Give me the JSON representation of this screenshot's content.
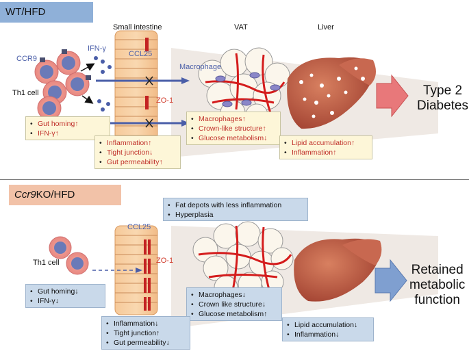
{
  "top": {
    "tag": "WT/HFD",
    "small_intestine": "Small intestine",
    "vat": "VAT",
    "liver": "Liver",
    "ccr9": "CCR9",
    "ifn_gamma": "IFN-γ",
    "ccl25": "CCL25",
    "th1_cell": "Th1 cell",
    "macrophage": "Macrophage",
    "zo1": "ZO-1",
    "outcome_line1": "Type 2",
    "outcome_line2": "Diabetes",
    "box_th1": [
      "Gut homing↑",
      "IFN-γ↑"
    ],
    "box_intestine": [
      "Inflammation↑",
      "Tight junction↓",
      "Gut permeability↑"
    ],
    "box_vat": [
      "Macrophages↑",
      "Crown-like structure↑",
      "Glucose metabolism↓"
    ],
    "box_liver": [
      "Lipid accumulation↑",
      "Inflammation↑"
    ]
  },
  "bottom": {
    "tag_gene": "Ccr9",
    "tag_rest": "KO/HFD",
    "ccl25": "CCL25",
    "th1_cell": "Th1 cell",
    "zo1": "ZO-1",
    "outcome_line1": "Retained",
    "outcome_line2": "metabolic",
    "outcome_line3": "function",
    "box_fat": [
      "Fat depots with less  inflammation",
      "Hyperplasia"
    ],
    "box_th1": [
      "Gut homing↓",
      "IFN-γ↓"
    ],
    "box_intestine": [
      "Inflammation↓",
      "Tight junction↑",
      "Gut permeability↓"
    ],
    "box_vat": [
      "Macrophages↓",
      "Crown like structure↓",
      "Glucose metabolism↑"
    ],
    "box_liver": [
      "Lipid accumulation↓",
      "Inflammation↓"
    ]
  },
  "colors": {
    "wt_tag": "#8fb0d8",
    "ko_tag": "#f2c2a8",
    "red_arrow": "#e8787a",
    "blue_arrow": "#7f9fd0",
    "vessel": "#d41c1c",
    "liver": "#b8503a"
  }
}
